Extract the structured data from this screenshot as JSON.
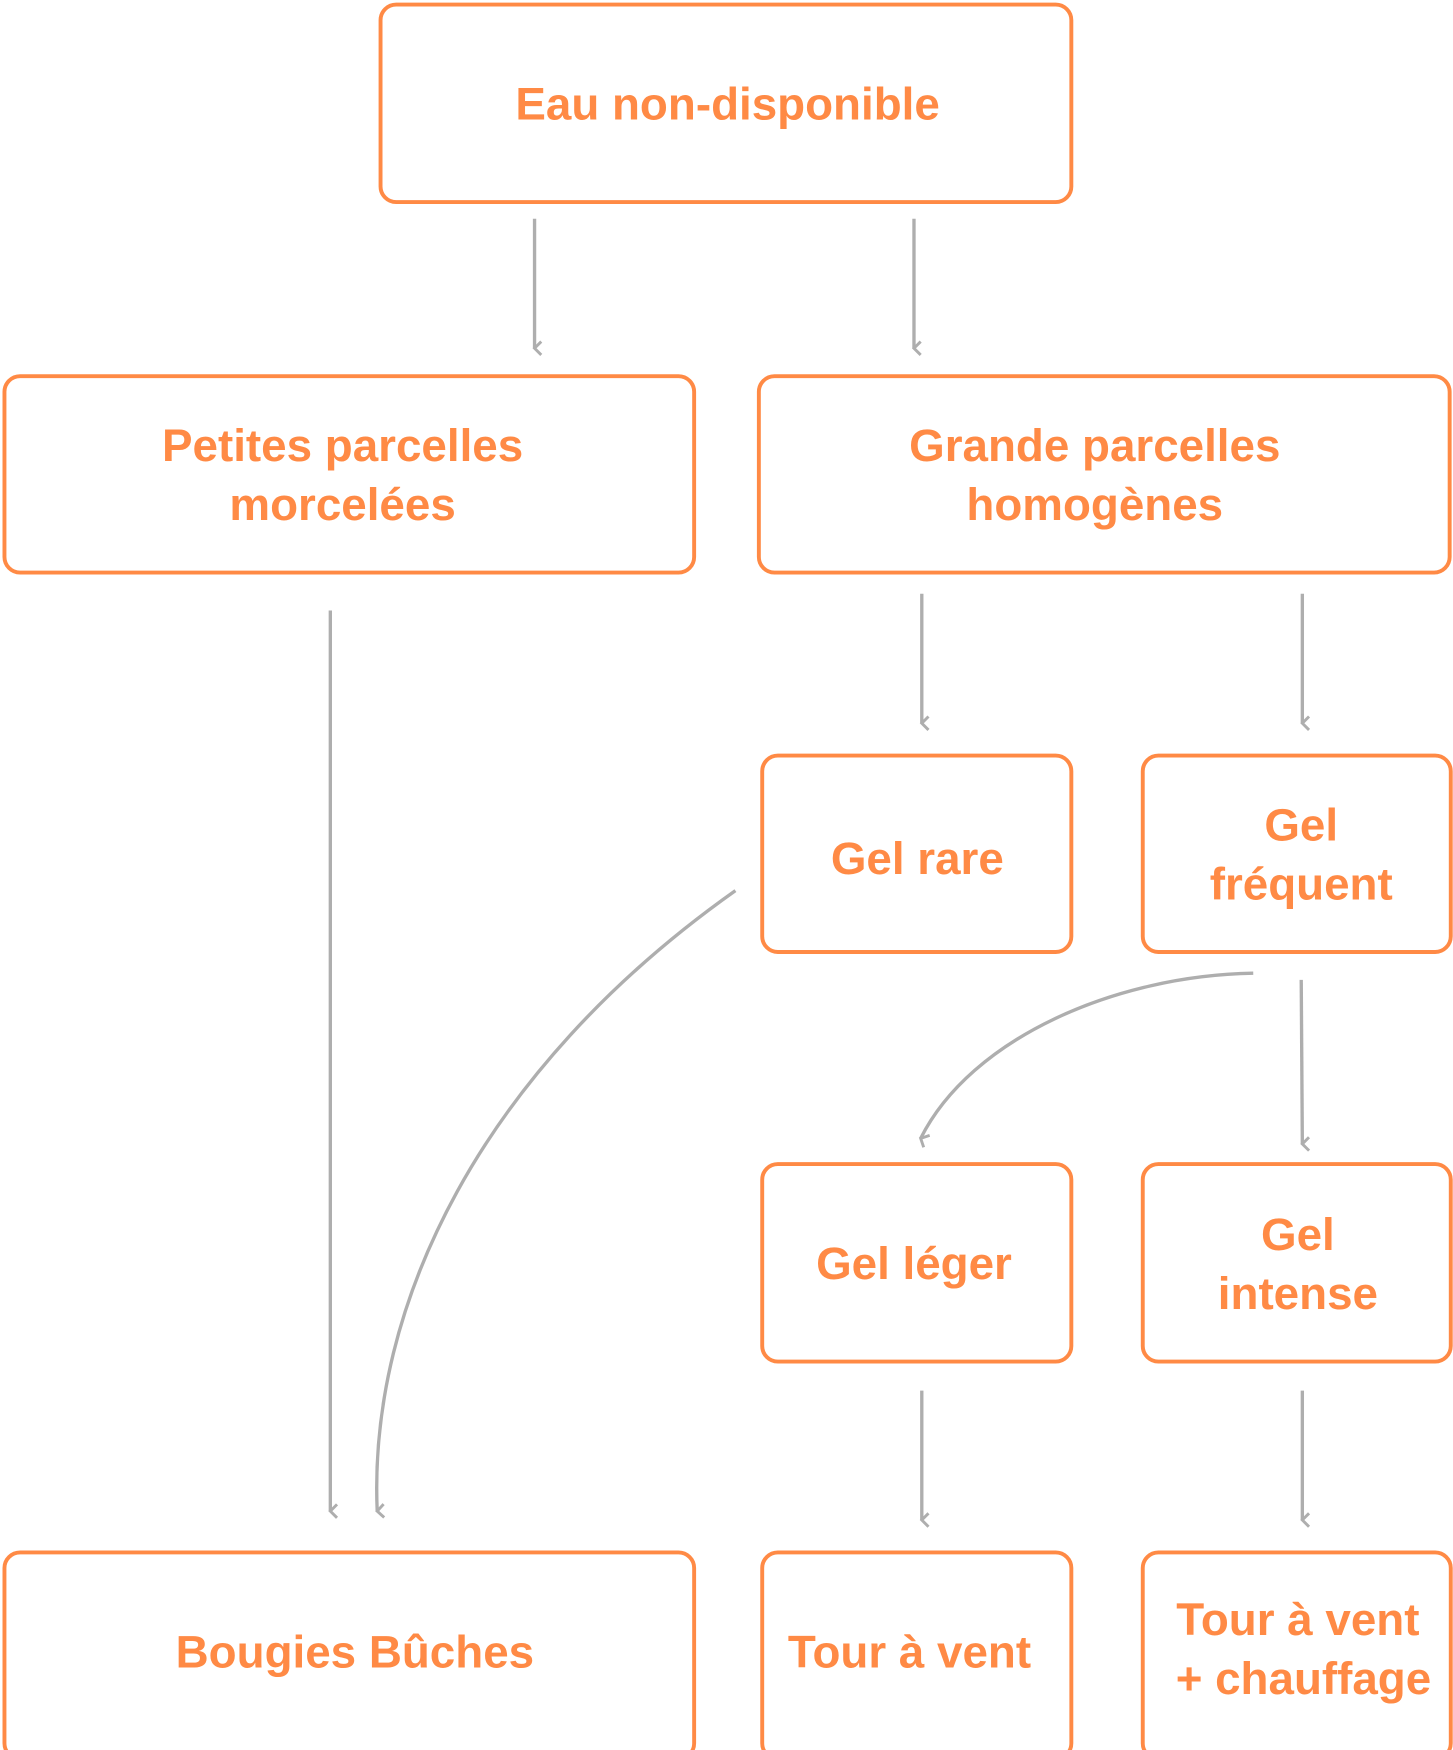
{
  "colors": {
    "box": "#FF8A45",
    "arrow": "#AEAEAE"
  },
  "nodes": {
    "eau": [
      "Eau non-disponible"
    ],
    "petites": [
      "Petites parcelles",
      "morcelées"
    ],
    "grande": [
      "Grande parcelles",
      "homogènes"
    ],
    "gel_rare": [
      "Gel rare"
    ],
    "gel_frequent": [
      "Gel",
      "fréquent"
    ],
    "gel_leger": [
      "Gel léger"
    ],
    "gel_intense": [
      "Gel",
      "intense"
    ],
    "bougies": [
      "Bougies Bûches"
    ],
    "tour": [
      "Tour à vent"
    ],
    "tour_chauffage": [
      "Tour à vent",
      "+ chauffage"
    ]
  }
}
